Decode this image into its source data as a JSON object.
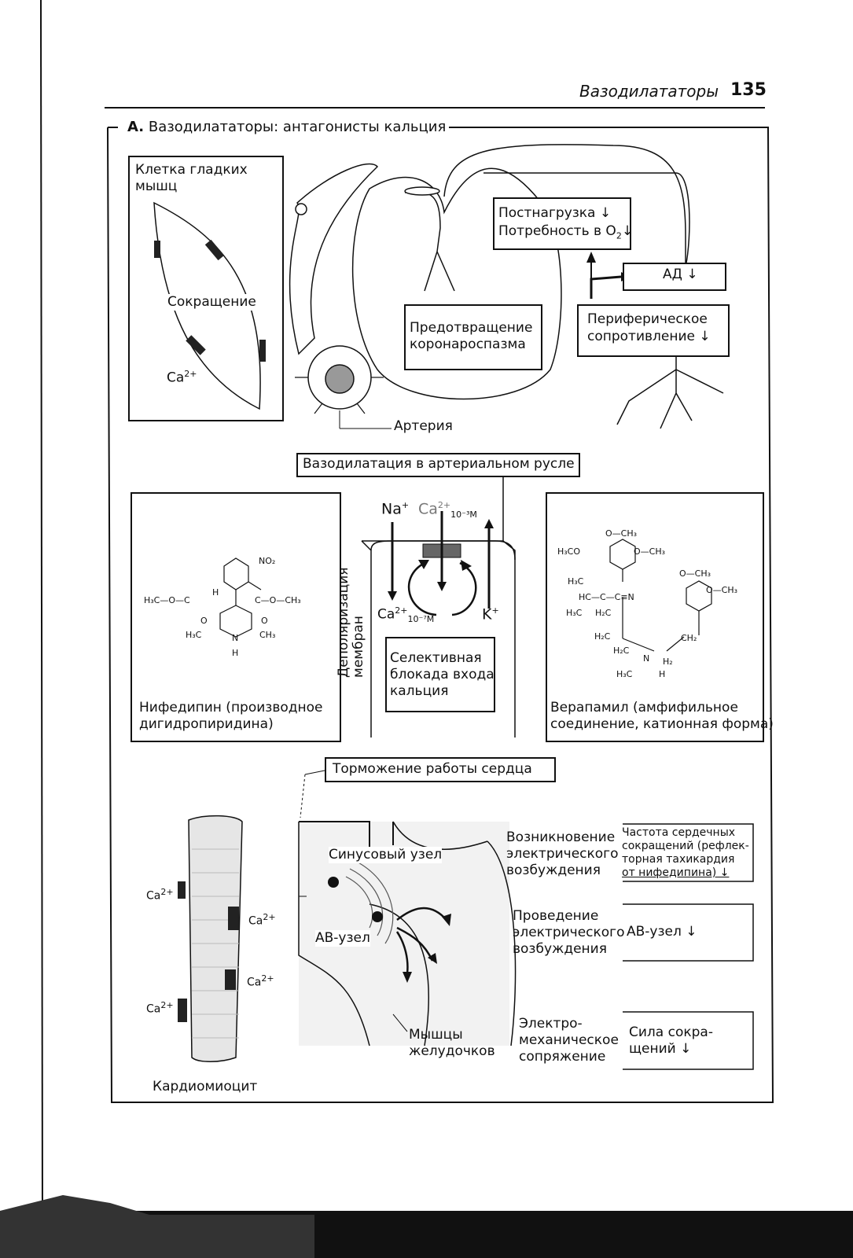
{
  "header": {
    "title": "Вазодилататоры",
    "page_number": "135"
  },
  "section": {
    "letter": "A.",
    "title": "Вазодилататоры: антагонисты кальция"
  },
  "top": {
    "smooth_muscle_label_1": "Клетка гладких",
    "smooth_muscle_label_2": "мышц",
    "contraction": "Сокращение",
    "ca": "Ca",
    "ca_charge": "2+",
    "afterload": "Постнагрузка ↓",
    "o2_demand": "Потребность в O",
    "o2_sub": "2",
    "o2_arrow": "↓",
    "bp": "АД ↓",
    "coronary_1": "Предотвращение",
    "coronary_2": "коронароспазма",
    "peripheral_1": "Периферическое",
    "peripheral_2": "сопротивление ↓",
    "artery": "Артерия",
    "vasodilation": "Вазодилатация в артериальном русле"
  },
  "middle": {
    "na": "Na",
    "na_charge": "+",
    "ca_out": "Ca",
    "ca_out_charge": "2+",
    "ca_out_conc": "10⁻³М",
    "ca_in": "Ca",
    "ca_in_charge": "2+",
    "ca_in_conc": "10⁻⁷М",
    "k": "K",
    "k_charge": "+",
    "depol_1": "Деполяризация",
    "depol_2": "мембран",
    "selective_1": "Селективная",
    "selective_2": "блокада входа",
    "selective_3": "кальция",
    "nifedipine_1": "Нифедипин (производное",
    "nifedipine_2": "дигидропиридина)",
    "verapamil_1": "Верапамил (амфифильное",
    "verapamil_2": "соединение, катионная форма)",
    "nif_atoms": {
      "no2": "NO₂",
      "h": "H",
      "left_chain": "H₃C—O—C",
      "right_chain": "C—O—CH₃",
      "o_left": "O",
      "o_right": "O",
      "me_left": "H₃C",
      "me_right": "CH₃",
      "nh_n": "N",
      "nh_h": "H"
    },
    "ver_atoms": {
      "och3_top": "O—CH₃",
      "h3co": "H₃CO",
      "och3_mid": "O—CH₃",
      "h3c_1": "H₃C",
      "hc": "HC—C—C≡N",
      "h3c_2": "H₃C",
      "h2c_1": "H₂C",
      "h2c_2": "H₂C",
      "h2c_3": "H₂C",
      "nplus": "N",
      "h2": "H₂",
      "ch2": "CH₂",
      "h3c_3": "H₃C",
      "h_n": "H",
      "och3_r1": "O—CH₃",
      "och3_r2": "O—CH₃"
    }
  },
  "bottom": {
    "heart_inhibition": "Торможение работы сердца",
    "cardiomyocyte": "Кардиомиоцит",
    "ca_label": "Ca",
    "ca_label_charge": "2+",
    "sinus_node": "Синусовый узел",
    "av_node": "АВ-узел",
    "ventricles_1": "Мышцы",
    "ventricles_2": "желудочков",
    "origin_1": "Возникновение",
    "origin_2": "электрического",
    "origin_3": "возбуждения",
    "conduction_1": "Проведение",
    "conduction_2": "электрического",
    "conduction_3": "возбуждения",
    "coupling_1": "Электро-",
    "coupling_2": "механическое",
    "coupling_3": "сопряжение",
    "hr_1": "Частота сердечных",
    "hr_2": "сокращений (рефлек-",
    "hr_3": "торная тахикардия",
    "hr_4": "от нифедипина) ↓",
    "av_effect": "АВ-узел ↓",
    "force_1": "Сила сокра-",
    "force_2": "щений ↓"
  }
}
